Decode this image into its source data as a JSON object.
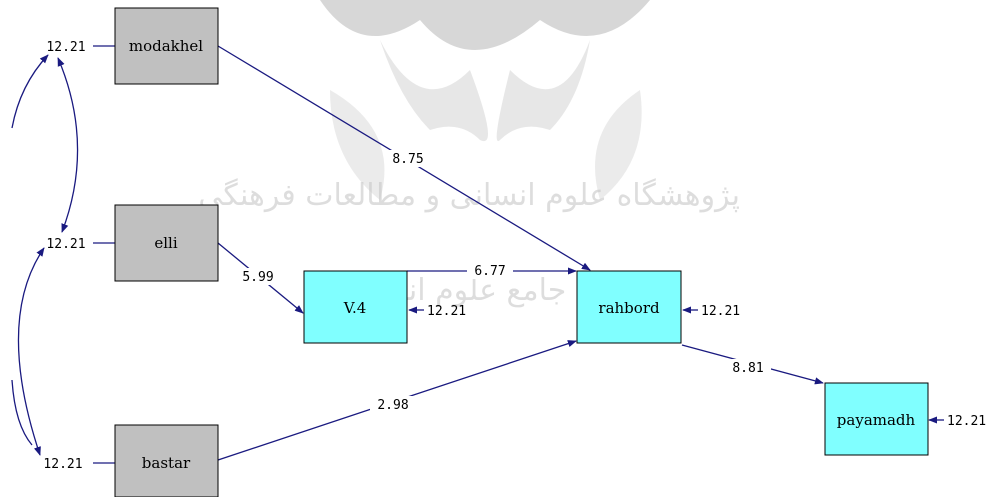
{
  "colors": {
    "observed_fill": "#c0c0c0",
    "latent_fill": "#80ffff",
    "edge": "#1a1a80"
  },
  "watermark": {
    "line1": "پژوهشگاه علوم انسانی و مطالعات فرهنگی",
    "line2": "پرتال جامع علوم انسانی"
  },
  "nodes": {
    "modakhel": "modakhel",
    "elli": "elli",
    "bastar": "bastar",
    "v4": "V.4",
    "rahbord": "rahbord",
    "payamadh": "payamadh"
  },
  "errors": {
    "modakhel": "12.21",
    "elli": "12.21",
    "bastar": "12.21",
    "v4": "12.21",
    "rahbord": "12.21",
    "payamadh": "12.21"
  },
  "paths": {
    "modakhel_rahbord": "8.75",
    "elli_v4": "5.99",
    "v4_rahbord": "6.77",
    "bastar_rahbord": "2.98",
    "rahbord_payamadh": "8.81"
  }
}
